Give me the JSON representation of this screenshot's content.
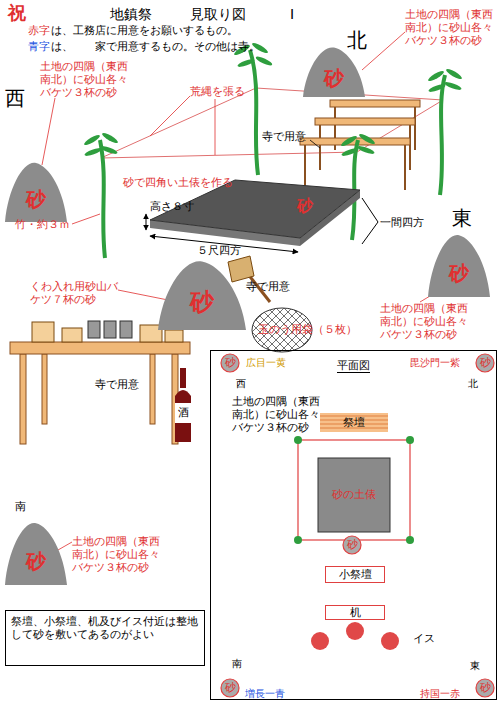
{
  "diagram": {
    "title": "地鎮祭",
    "nodes": [
      {
        "text": [
          "砂"
        ]
      },
      {
        "text": [
          "砂"
        ]
      },
      {
        "text": [
          "砂"
        ]
      },
      {
        "text": [
          "砂"
        ]
      },
      {
        "text": [
          "砂"
        ]
      },
      {
        "text": [
          "酒"
        ]
      },
      {
        "text": [
          "砂"
        ]
      },
      {
        "text": [
          "祭壇、小祭壇、机及びイス付近は整地して砂を敷いてあるのがよい"
        ]
      },
      {
        "text": [
          "平面図"
        ]
      },
      {
        "text": [
          "砂"
        ],
        "in": 8
      },
      {
        "text": [
          "砂"
        ],
        "in": 8
      },
      {
        "text": [
          "祭壇"
        ],
        "in": 8
      },
      {
        "text": [
          "砂の土俵"
        ],
        "in": 8
      },
      {
        "text": [
          "砂"
        ],
        "in": 8
      },
      {
        "text": [
          "小祭壇"
        ],
        "in": 8
      },
      {
        "text": [
          "机"
        ],
        "in": 8
      },
      {
        "text": [
          "砂"
        ],
        "in": 8
      },
      {
        "text": [
          "砂"
        ],
        "in": 8
      }
    ],
    "labels": [
      "祝",
      "見取り図",
      "Ⅰ",
      "赤字",
      "は、工務店に用意をお願いするもの。",
      "青字",
      "は、　　家で用意するもの。その他は寺。",
      "北",
      "土地の四隅（東西南北）に砂山各々バケツ３杯の砂",
      "西",
      "土地の四隅（東西南北）に砂山各々バケツ３杯の砂",
      "荒縄を張る",
      "寺で用意",
      "砂で四角い土俵を作る",
      "竹・約３ｍ",
      "高さ８寸",
      "５尺四方",
      "一間四方",
      "東",
      "くわ入れ用砂山バケツ７杯の砂",
      "寺で用意",
      "土地の四隅（東西南北）に砂山各々バケツ３杯の砂",
      "玉のう用袋（５枚）",
      "寺で用意",
      "南",
      "土地の四隅（東西南北）に砂山各々バケツ３杯の砂",
      "広目一黄",
      "毘沙門一紫",
      "西",
      "北",
      "土地の四隅（東西南北）に砂山各々バケツ３杯の砂",
      "イス",
      "南",
      "東",
      "増長一青",
      "持国一赤"
    ]
  }
}
